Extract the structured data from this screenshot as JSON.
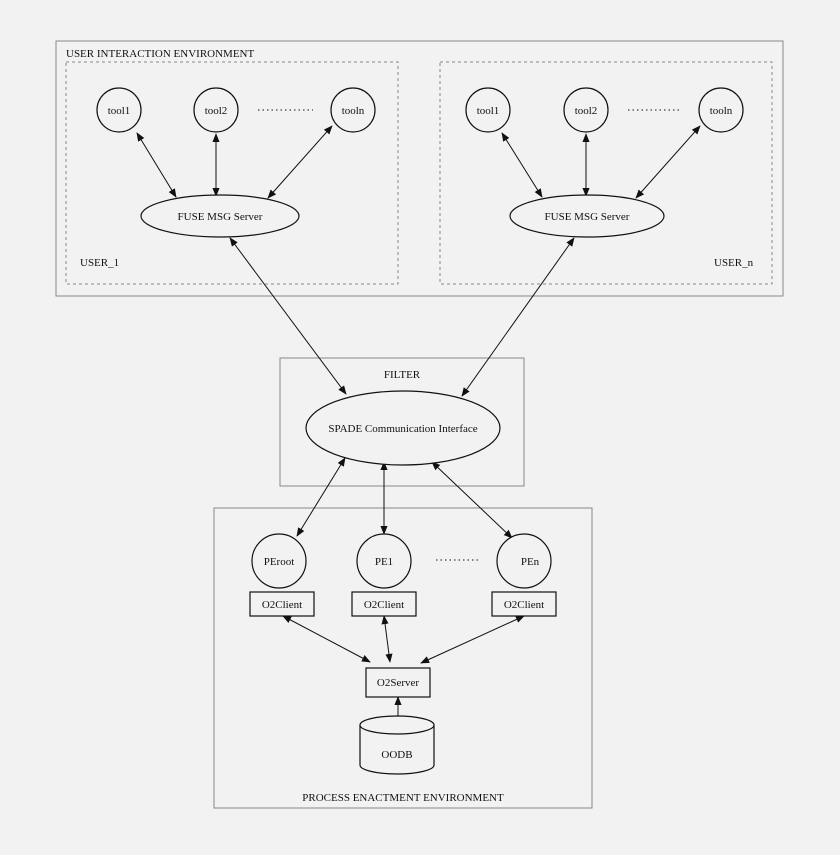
{
  "labels": {
    "uie": "USER INTERACTION ENVIRONMENT",
    "user1": "USER_1",
    "usern": "USER_n",
    "filter": "FILTER",
    "pee": "PROCESS ENACTMENT ENVIRONMENT"
  },
  "nodes": {
    "u1_tool1": "tool1",
    "u1_tool2": "tool2",
    "u1_tooln": "tooln",
    "u1_fuse": "FUSE MSG Server",
    "un_tool1": "tool1",
    "un_tool2": "tool2",
    "un_tooln": "tooln",
    "un_fuse": "FUSE MSG Server",
    "spade": "SPADE Communication Interface",
    "peroot": "PEroot",
    "pe1": "PE1",
    "pen": "PEn",
    "o2c_root": "O2Client",
    "o2c_1": "O2Client",
    "o2c_n": "O2Client",
    "o2server": "O2Server",
    "oodb": "OODB"
  },
  "colors": {
    "background": "#f2f2f2",
    "line": "#111111",
    "frame": "#888888"
  }
}
